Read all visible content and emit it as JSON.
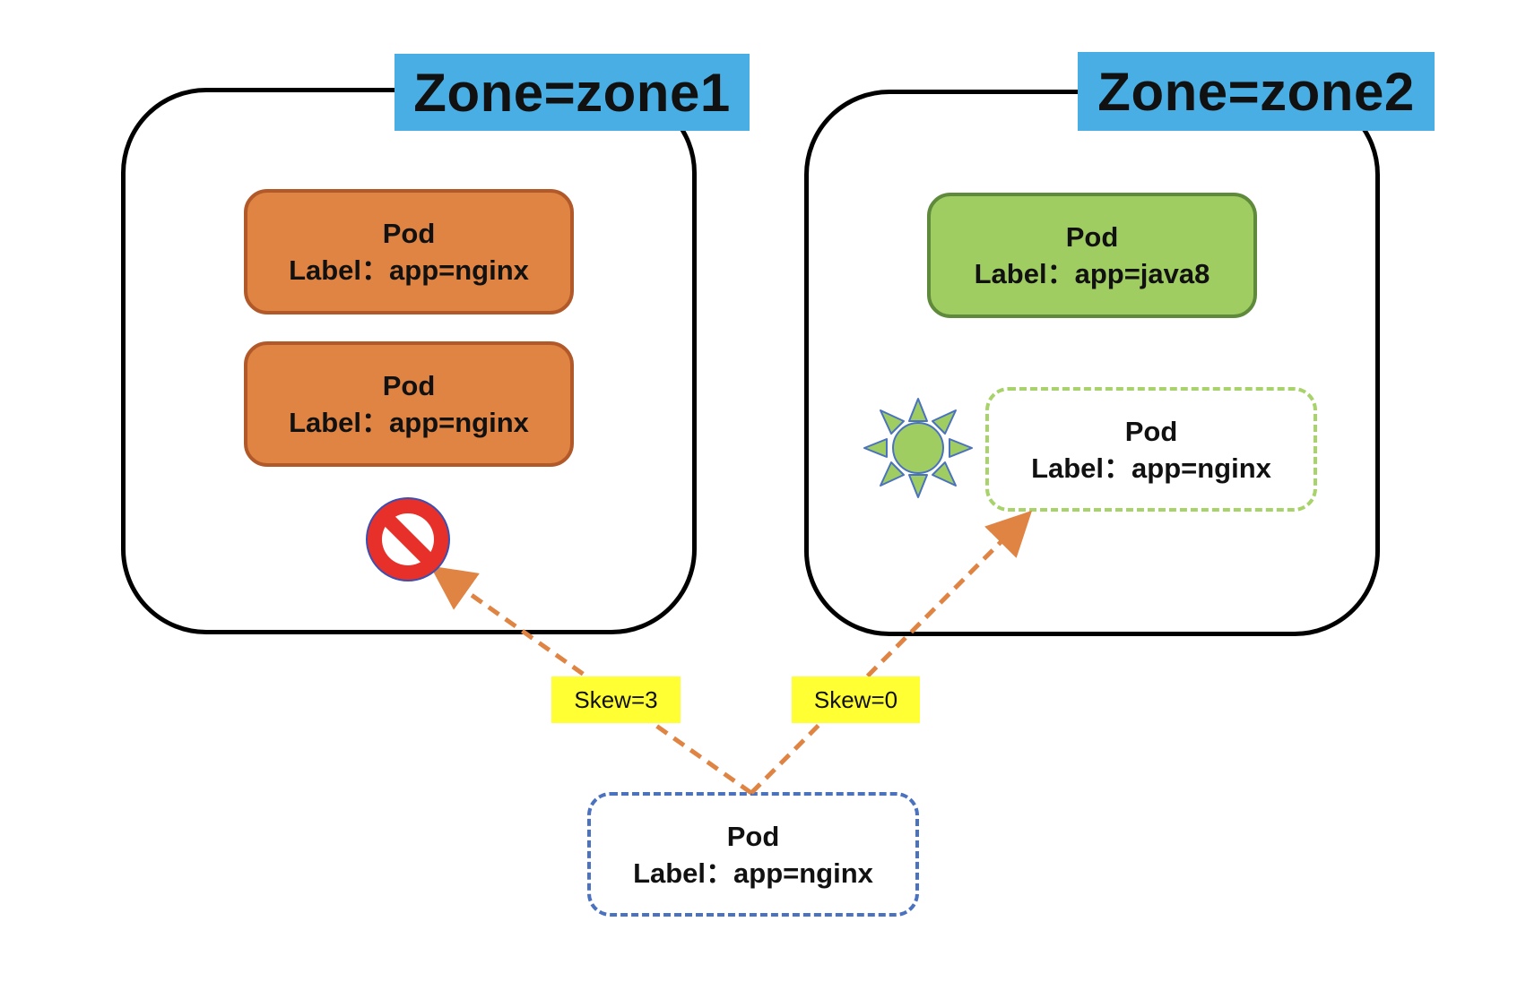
{
  "zones": [
    {
      "label": "Zone=zone1"
    },
    {
      "label": "Zone=zone2"
    }
  ],
  "pods": {
    "zone1_pod1": {
      "title": "Pod",
      "label": "Label：app=nginx"
    },
    "zone1_pod2": {
      "title": "Pod",
      "label": "Label：app=nginx"
    },
    "zone2_pod1": {
      "title": "Pod",
      "label": "Label：app=java8"
    },
    "zone2_pod_candidate": {
      "title": "Pod",
      "label": "Label：app=nginx"
    },
    "incoming_pod": {
      "title": "Pod",
      "label": "Label：app=nginx"
    }
  },
  "edges": [
    {
      "label": "Skew=3",
      "target": "zone1",
      "result": "blocked"
    },
    {
      "label": "Skew=0",
      "target": "zone2",
      "result": "allowed"
    }
  ],
  "icons": {
    "blocked": "no-entry-icon",
    "allowed": "sun-icon"
  },
  "colors": {
    "zone_label_bg": "#49aee4",
    "pod_orange": "#e08444",
    "pod_green": "#a0cd62",
    "arrow": "#e08444",
    "skew_label_bg": "#ffff33",
    "dashed_green": "#a8d26a",
    "dashed_blue": "#4a72be",
    "no_entry_red": "#e8302a",
    "no_entry_outline": "#3b4fb3"
  }
}
